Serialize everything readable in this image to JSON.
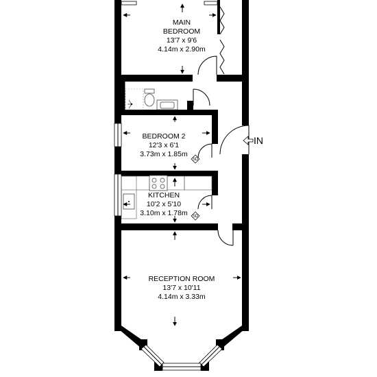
{
  "rooms": {
    "main_bedroom": {
      "name_line1": "MAIN",
      "name_line2": "BEDROOM",
      "imperial": "13'7 x 9'6",
      "metric": "4.14m x 2.90m"
    },
    "bedroom2": {
      "name": "BEDROOM 2",
      "imperial": "12'3 x 6'1",
      "metric": "3.73m x 1.85m"
    },
    "kitchen": {
      "name": "KITCHEN",
      "imperial": "10'2 x 5'10",
      "metric": "3.10m x 1.78m"
    },
    "reception": {
      "name": "RECEPTION ROOM",
      "imperial": "13'7 x 10'11",
      "metric": "4.14m x 3.33m"
    }
  },
  "entrance": {
    "label": "IN"
  },
  "smoke_detector": {
    "label": "SD"
  }
}
